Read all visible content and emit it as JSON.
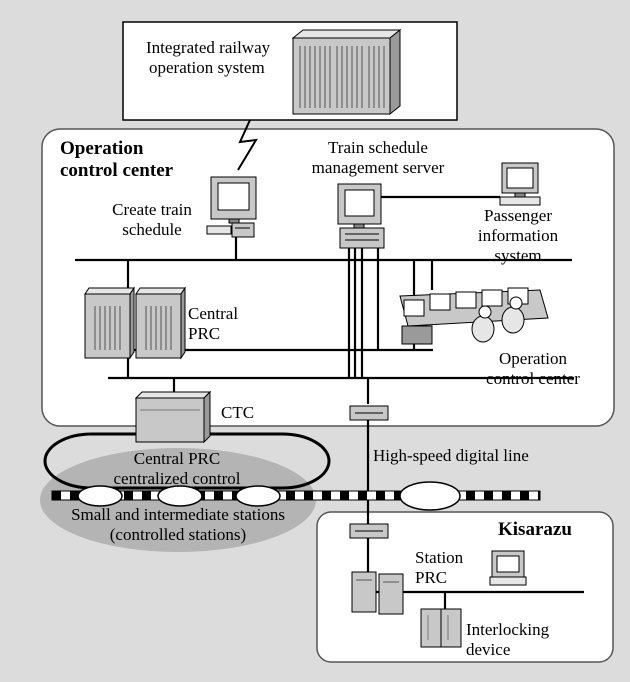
{
  "labels": {
    "integrated_system": [
      "Integrated railway",
      "operation system"
    ],
    "occ_title": [
      "Operation",
      "control center"
    ],
    "tsm_server": [
      "Train schedule",
      "management server"
    ],
    "create_schedule": [
      "Create train",
      "schedule"
    ],
    "passenger_info": [
      "Passenger",
      "information",
      "system"
    ],
    "central_prc": [
      "Central",
      "PRC"
    ],
    "occ_console": [
      "Operation",
      "control center"
    ],
    "ctc": "CTC",
    "central_control": [
      "Central PRC",
      "centralized control"
    ],
    "hs_line": "High-speed digital line",
    "small_stations": [
      "Small and intermediate stations",
      "(controlled stations)"
    ],
    "kisarazu": "Kisarazu",
    "station_prc": [
      "Station",
      "PRC"
    ],
    "interlocking": [
      "Interlocking",
      "device"
    ]
  },
  "colors": {
    "background": "#dcdcdc",
    "panel": "#ffffff",
    "equipment": "#c8c8c8",
    "controlled_area": "#b4b4b4"
  }
}
